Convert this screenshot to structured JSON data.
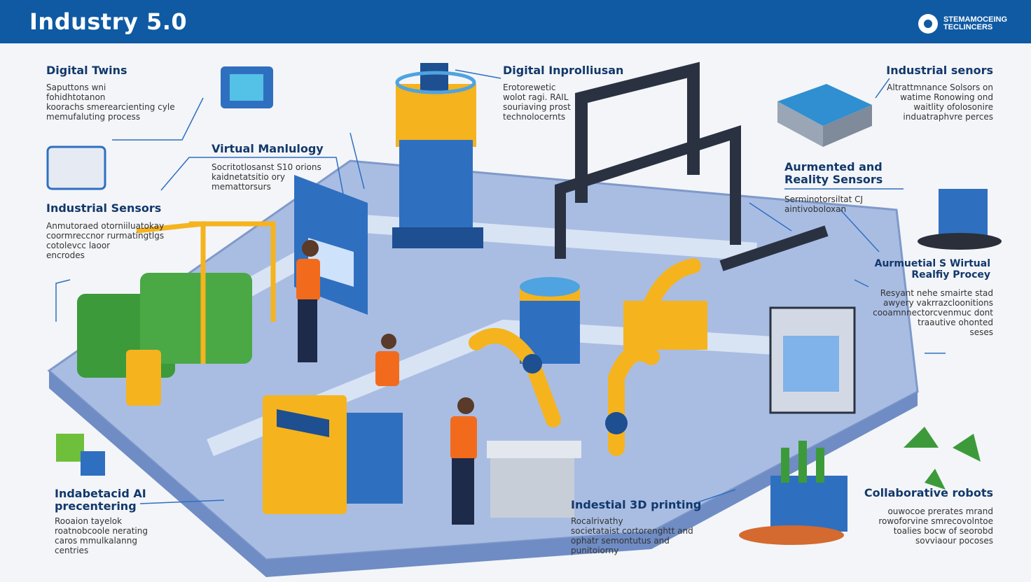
{
  "header": {
    "title": "Industry 5.0",
    "logo_line1": "STEMAMOCEING",
    "logo_line2": "TECLINCERS"
  },
  "callouts": {
    "digital_twins": {
      "title": "Digital Twins",
      "desc": "Saputtons wni\nfohidhtotanon\nkoorachs smerearcienting cyle\nmemufaluting process"
    },
    "virtual_manufacturing": {
      "title": "Virtual Manlulogy",
      "desc": "Socritotlosanst S10 orions\nkaidnetatsitio ory\nmemattorsurs"
    },
    "digital_inprolliusan": {
      "title": "Digital Inprolliusan",
      "desc": "Erotorewetic\nwolot ragi. RAIL\nsouriaving prost\ntechnolocernts"
    },
    "industrial_sensors_top": {
      "title": "Industrial senors",
      "desc": "Altrattmnance Solsors on\nwatime Ronowing ond\nwaitlity ofolosonire\ninduatraphvre perces"
    },
    "augmented_reality_sensors": {
      "title": "Aurmented and\nReality Sensors",
      "desc": "Serminotorsiltat CJ\naintivoboloxan"
    },
    "industrial_sensors_left": {
      "title": "Industrial Sensors",
      "desc": "Anmutoraed otorniiluatokay\ncoormreccnor rurmatingtlgs\ncotolevcc laoor\nencrodes"
    },
    "augmented_virtual_reality": {
      "title": "Aurmuetial S Wirtual\nRealfiy Procey",
      "desc": "Resyant nehe smairte stad\nawyery vakrrazcloonitions\ncooamnnectorcvenmuc dont\ntraautive ohonted\nseses"
    },
    "industrial_ai": {
      "title": "Indabetacid AI\nprecentering",
      "desc": "Rooaion tayelok\nroatnobcoole nerating\ncaros mmulkalanng\ncentries"
    },
    "industrial_3d_printing": {
      "title": "Indestial 3D printing",
      "desc": "Rocalrivathy\nsocietataist cortorenghtt and\nophatr semontutus and\npunitoiorny"
    },
    "collaborative_robots": {
      "title": "Collaborative robots",
      "desc": "ouwocoe prerates mrand\nrowoforvine smrecovolntoe\ntoalies bocw of seorobd\nsovviaour pocoses"
    }
  },
  "colors": {
    "header_bg": "#0f5aa3",
    "robot_yellow": "#f5b31e",
    "machine_blue": "#2f6fc0",
    "platform": "#a9bde3",
    "recycle_green": "#3d9a3a"
  },
  "icons": [
    "recycle-icon",
    "robot-arm-icon",
    "worker-icon",
    "server-icon",
    "sensor-icon",
    "logo-icon"
  ]
}
